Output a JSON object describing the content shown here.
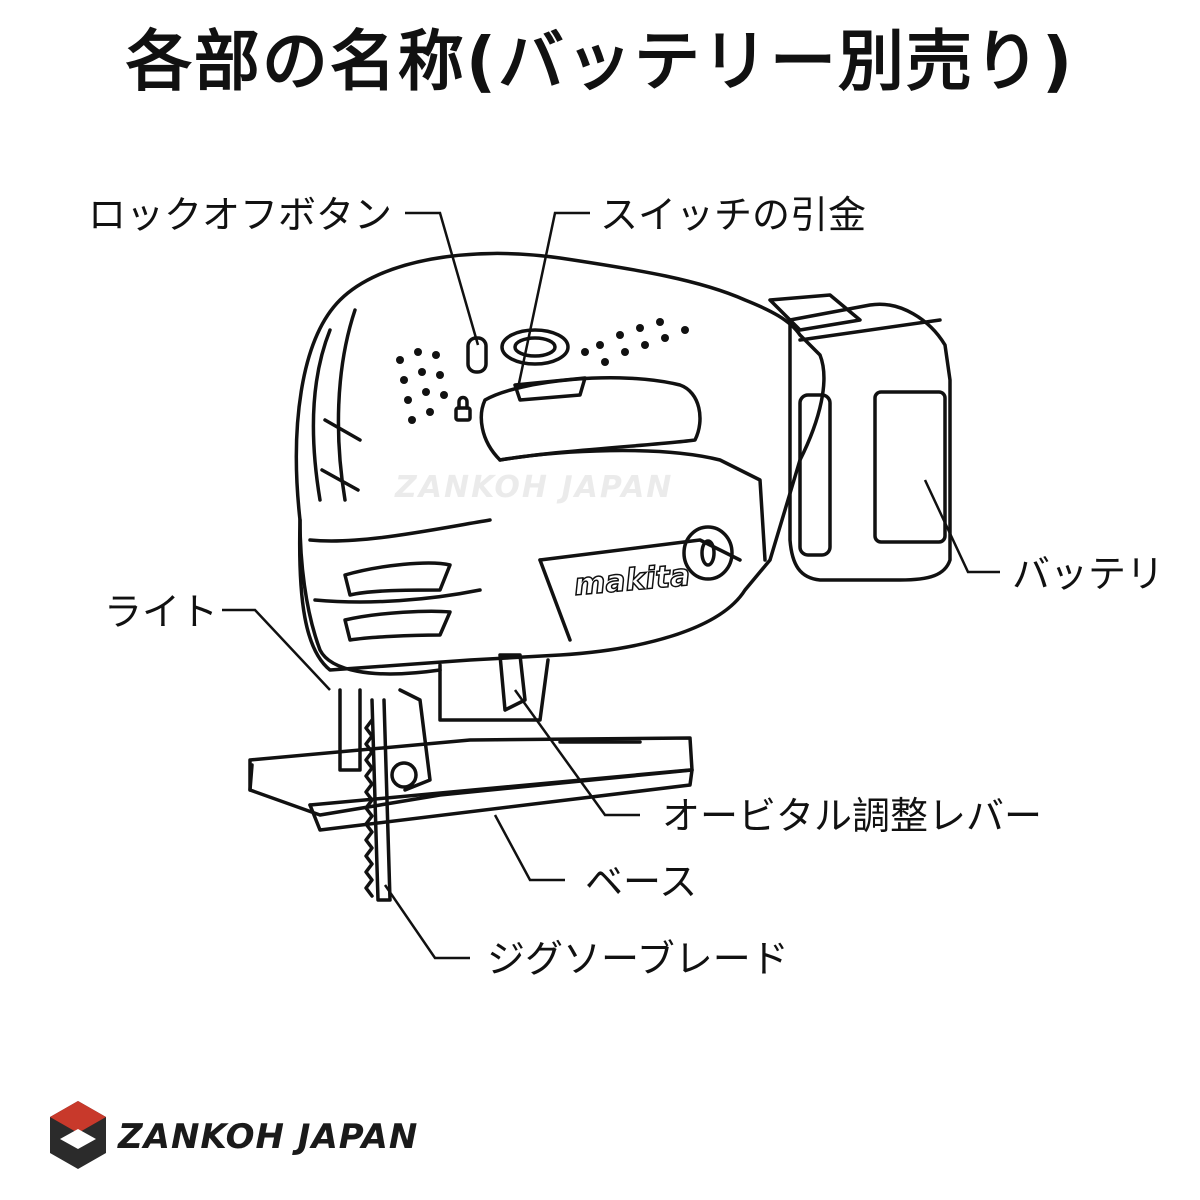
{
  "title": "各部の名称(バッテリー別売り)",
  "labels": {
    "lock_off_button": "ロックオフボタン",
    "switch_trigger": "スイッチの引金",
    "battery": "バッテリ",
    "light": "ライト",
    "orbital_lever": "オービタル調整レバー",
    "base": "ベース",
    "jigsaw_blade": "ジグソーブレード"
  },
  "tool_brand": "makita",
  "watermark": "ZANKOH JAPAN",
  "logo": {
    "text": "ZANKOH JAPAN",
    "colors": {
      "red": "#c8392b",
      "dark": "#2b2b2b"
    }
  }
}
